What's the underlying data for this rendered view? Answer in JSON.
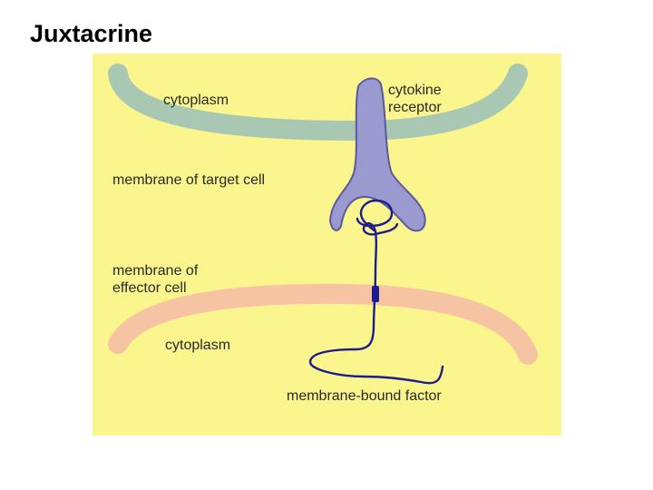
{
  "slide": {
    "title": "Juxtacrine"
  },
  "diagram": {
    "colors": {
      "background": "#fbf58e",
      "target_membrane": "#a9c8b3",
      "effector_membrane": "#f6c4a2",
      "receptor": "#9a9ad0",
      "receptor_outline": "#5a5a9c",
      "factor_line": "#1c1c8c"
    },
    "labels": {
      "cytoplasm_top": "cytoplasm",
      "cytokine_receptor_line1": "cytokine",
      "cytokine_receptor_line2": "receptor",
      "target_membrane": "membrane of target cell",
      "effector_membrane_line1": "membrane of",
      "effector_membrane_line2": "effector cell",
      "cytoplasm_bottom": "cytoplasm",
      "membrane_bound_factor": "membrane-bound factor"
    }
  }
}
